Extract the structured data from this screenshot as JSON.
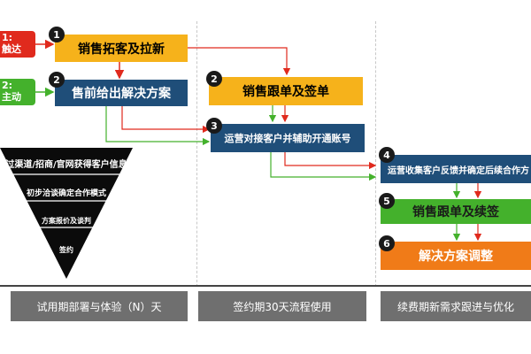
{
  "side_tags": {
    "red": {
      "line1": "1:",
      "line2": "触达"
    },
    "green": {
      "line1": "2:",
      "line2": "主动"
    }
  },
  "steps": {
    "s1": {
      "num": "1",
      "label": "销售拓客及拉新"
    },
    "s2": {
      "num": "2",
      "label": "售前给出解决方案"
    },
    "s2b": {
      "num": "2",
      "label": "销售跟单及签单"
    },
    "s3": {
      "num": "3",
      "label": "运营对接客户并辅助开通账号"
    },
    "s4": {
      "num": "4",
      "label": "运营收集客户反馈并确定后续合作方"
    },
    "s5": {
      "num": "5",
      "label": "销售跟单及续签"
    },
    "s6": {
      "num": "6",
      "label": "解决方案调整"
    }
  },
  "funnel": [
    "过渠道/招商/官网获得客户信息",
    "初步洽谈确定合作模式",
    "方案报价及谈判",
    "签约"
  ],
  "footer": [
    "试用期部署与体验（N）天",
    "签约期30天流程使用",
    "续费期新需求跟进与优化"
  ],
  "colors": {
    "orange": "#f6b21b",
    "blue": "#1f4e79",
    "green": "#44b12c",
    "red": "#e02a1d",
    "deep_orange": "#f07b18",
    "footer_gray": "#6f6f6f"
  }
}
